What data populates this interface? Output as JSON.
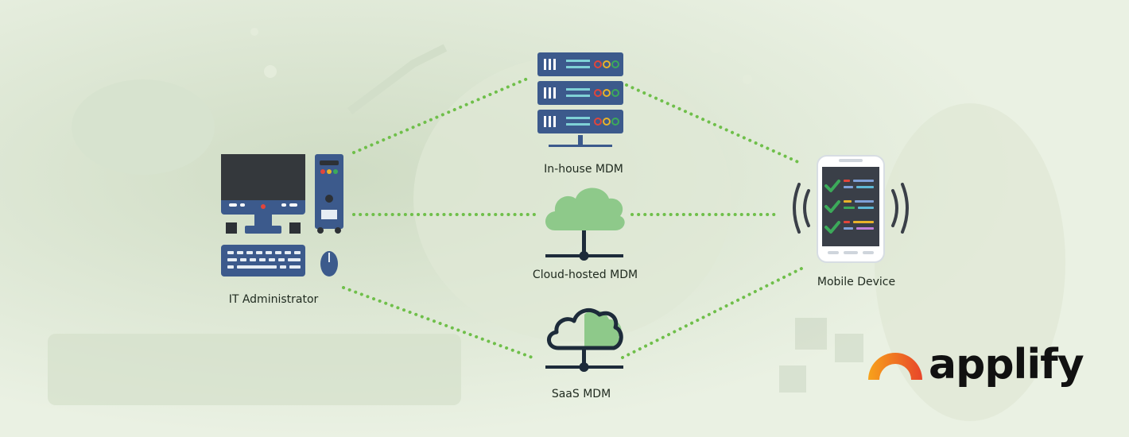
{
  "colors": {
    "connector": "#6fbf4a",
    "device_navy": "#3c5a8c",
    "cloud_green": "#8ec98a",
    "dark": "#1d2b3a"
  },
  "nodes": {
    "it_admin": {
      "label": "IT Administrator",
      "icon": "desktop-computer-icon"
    },
    "inhouse": {
      "label": "In-house MDM",
      "icon": "server-rack-icon"
    },
    "cloud": {
      "label": "Cloud-hosted MDM",
      "icon": "cloud-network-icon"
    },
    "saas": {
      "label": "SaaS MDM",
      "icon": "saas-cloud-icon"
    },
    "mobile": {
      "label": "Mobile Device",
      "icon": "smartphone-icon"
    }
  },
  "edges": [
    {
      "from": "it_admin",
      "to": "inhouse"
    },
    {
      "from": "it_admin",
      "to": "cloud"
    },
    {
      "from": "it_admin",
      "to": "saas"
    },
    {
      "from": "inhouse",
      "to": "mobile"
    },
    {
      "from": "cloud",
      "to": "mobile"
    },
    {
      "from": "saas",
      "to": "mobile"
    }
  ],
  "brand": {
    "name": "applify",
    "icon": "applify-logo-icon"
  }
}
